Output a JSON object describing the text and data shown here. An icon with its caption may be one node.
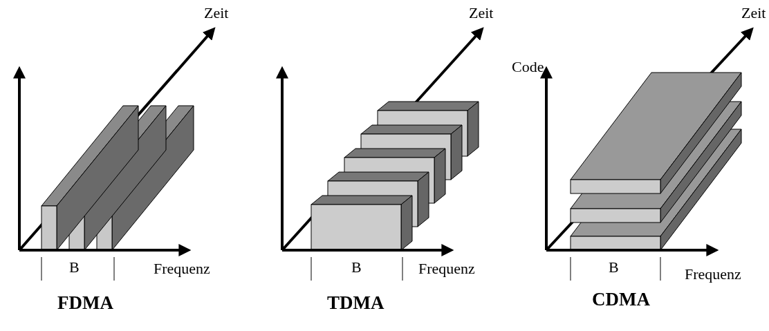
{
  "diagram": {
    "labels": [
      "Zeit",
      "B",
      "Frequenz",
      "FDMA",
      "Zeit",
      "B",
      "Frequenz",
      "TDMA",
      "Code",
      "Zeit",
      "B",
      "Frequenz",
      "CDMA"
    ]
  }
}
